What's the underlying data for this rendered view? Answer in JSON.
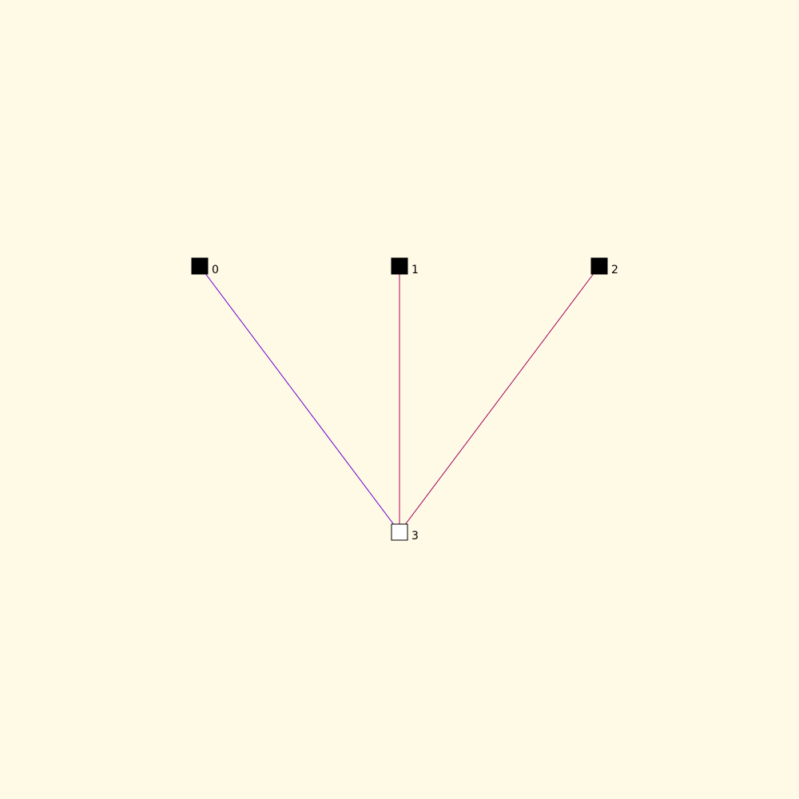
{
  "background_color": "#fffae6",
  "nodes": [
    {
      "id": "0",
      "label": "0",
      "style": "filled",
      "fill": "#000000"
    },
    {
      "id": "1",
      "label": "1",
      "style": "filled",
      "fill": "#000000"
    },
    {
      "id": "2",
      "label": "2",
      "style": "filled",
      "fill": "#000000"
    },
    {
      "id": "3",
      "label": "3",
      "style": "hollow",
      "fill": "#ffffff"
    }
  ],
  "edges": [
    {
      "from": "0",
      "to": "3",
      "color": "#6a00cc"
    },
    {
      "from": "1",
      "to": "3",
      "color": "#b0005a"
    },
    {
      "from": "2",
      "to": "3",
      "color": "#a0005a"
    }
  ]
}
